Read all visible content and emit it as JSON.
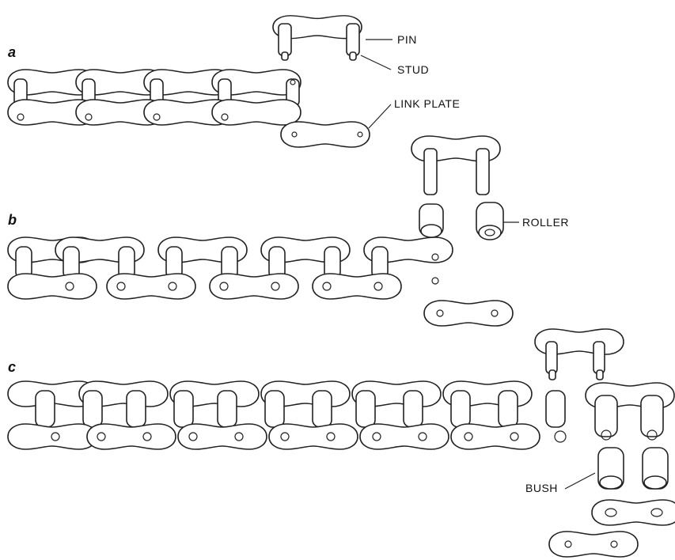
{
  "panels": [
    {
      "letter": "a",
      "labels": [
        "PIN",
        "STUD",
        "LINK PLATE"
      ]
    },
    {
      "letter": "b",
      "labels": [
        "ROLLER"
      ]
    },
    {
      "letter": "c",
      "labels": [
        "BUSH"
      ]
    }
  ],
  "colors": {
    "ink": "#222222",
    "paper": "#ffffff"
  }
}
